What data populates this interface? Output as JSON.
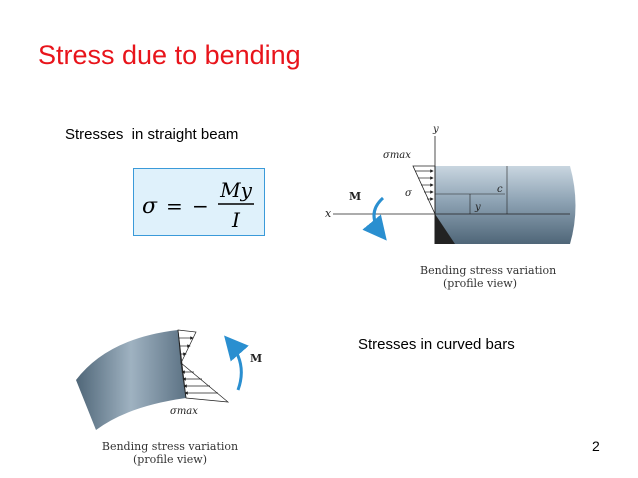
{
  "slide": {
    "title": "Stress due to bending",
    "straight_label": "Stresses  in straight beam",
    "curved_label": "Stresses in curved bars",
    "page_number": "2"
  },
  "formula": {
    "lhs": "σ",
    "equals": "=",
    "minus": "−",
    "numerator": "My",
    "denominator": "I"
  },
  "figure_straight": {
    "axis_y": "y",
    "axis_x": "x",
    "sigma_max": "σmax",
    "sigma": "σ",
    "moment": "M",
    "c_label": "c",
    "y_label": "y",
    "caption_line1": "Bending stress variation",
    "caption_line2": "(profile view)"
  },
  "figure_curved": {
    "moment": "M",
    "sigma_max": "σmax",
    "caption_line1": "Bending stress variation",
    "caption_line2": "(profile view)"
  },
  "colors": {
    "title": "#e8141b",
    "formula_bg": "#dff1fb",
    "formula_border": "#3a9ad9",
    "moment_arrow": "#2a8fd0"
  }
}
